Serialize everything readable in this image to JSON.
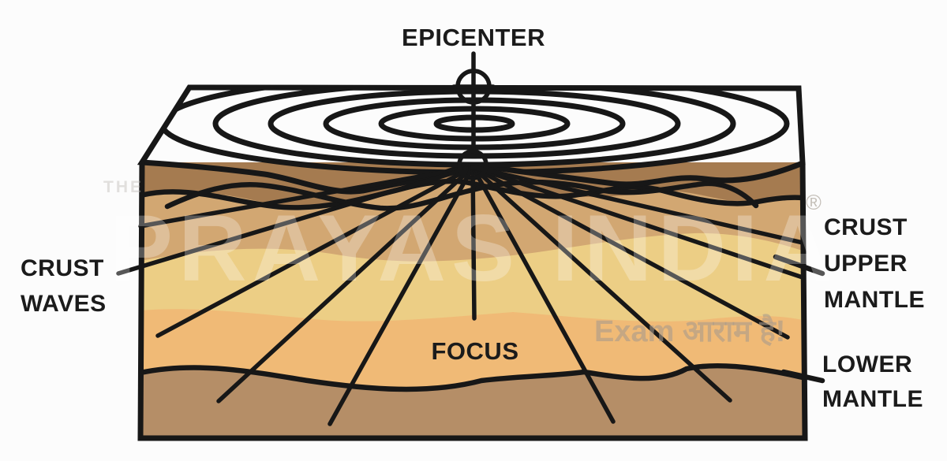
{
  "labels": {
    "epicenter": "EPICENTER",
    "focus": "FOCUS",
    "crust_waves": [
      "CRUST",
      "WAVES"
    ],
    "crust_upper_mantle": [
      "CRUST",
      "UPPER",
      "MANTLE"
    ],
    "lower_mantle": [
      "LOWER",
      "MANTLE"
    ]
  },
  "watermark": {
    "prefix": "THE",
    "brand": "PRAYAS INDIA",
    "registered": "®",
    "tagline": "Exam आराम है!"
  },
  "colors": {
    "background": "#fcfcfc",
    "grass_green": "#a9c17e",
    "crust_brown": "#a57b50",
    "tan": "#d2a772",
    "khaki": "#ecce85",
    "apricot": "#f0ba76",
    "lower_mantle_brown": "#b58e67",
    "line_black": "#171717",
    "marker_white": "#ffffff"
  }
}
